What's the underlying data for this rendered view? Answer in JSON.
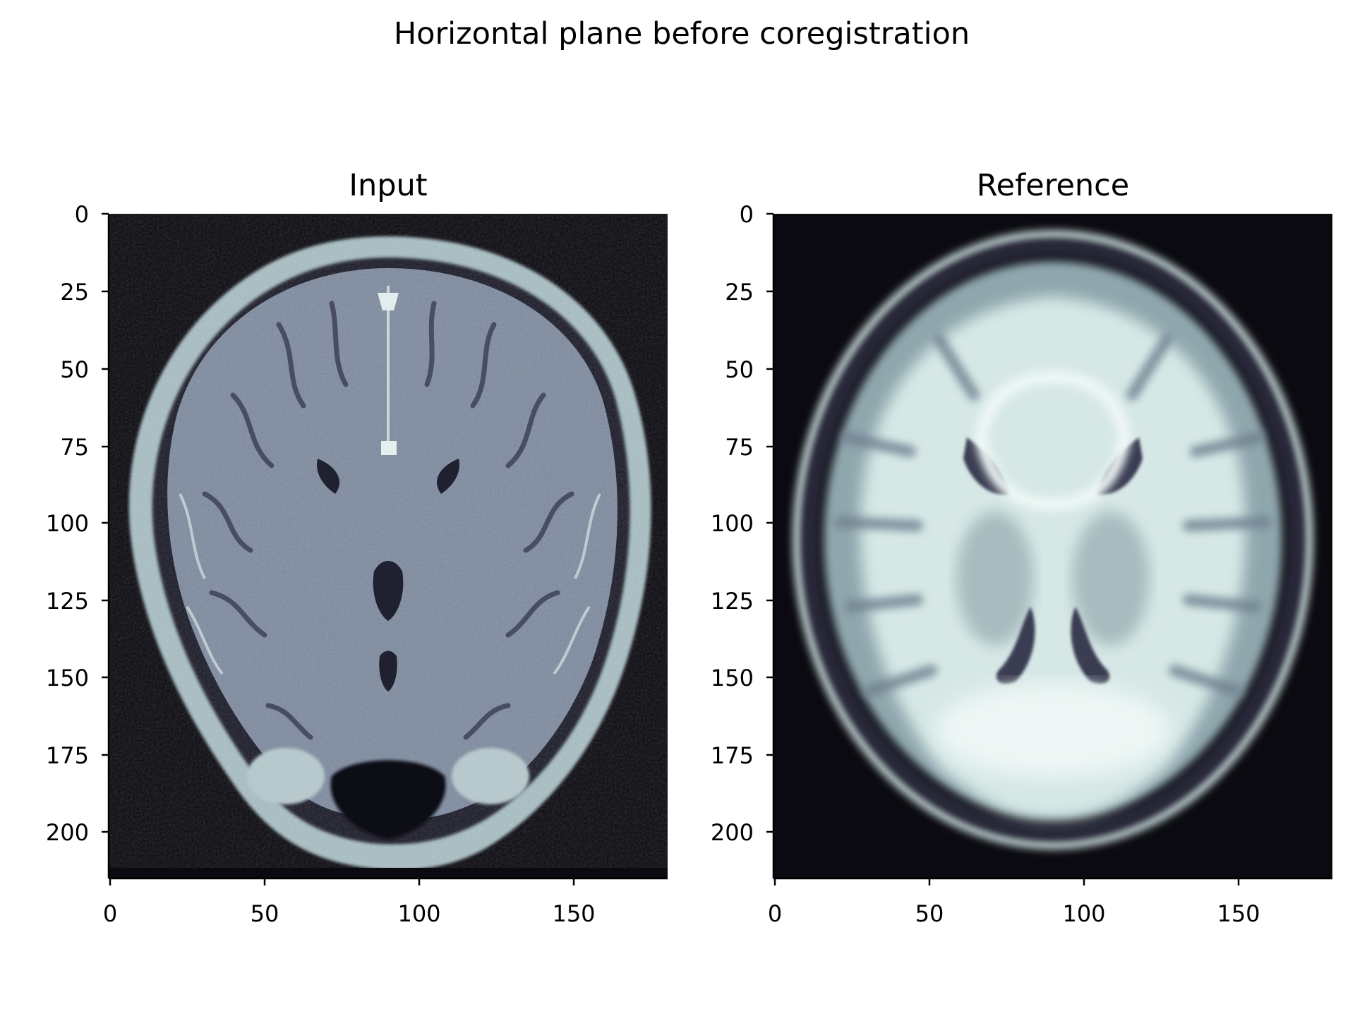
{
  "figure": {
    "suptitle": "Horizontal plane before coregistration"
  },
  "panels": [
    {
      "title": "Input",
      "image": "axial T1-weighted MRI brain slice (subject input), bone colormap",
      "x_ticks": [
        "0",
        "50",
        "100",
        "150"
      ],
      "y_ticks": [
        "0",
        "25",
        "50",
        "75",
        "100",
        "125",
        "150",
        "175",
        "200"
      ]
    },
    {
      "title": "Reference",
      "image": "axial MNI template brain slice (reference), bone colormap",
      "x_ticks": [
        "0",
        "50",
        "100",
        "150"
      ],
      "y_ticks": [
        "0",
        "25",
        "50",
        "75",
        "100",
        "125",
        "150",
        "175",
        "200"
      ]
    }
  ],
  "colors": {
    "background": "#0a0a10",
    "tissue": "#8d9aaa",
    "bright": "#dff0ef",
    "dark": "#2a2c3c"
  }
}
